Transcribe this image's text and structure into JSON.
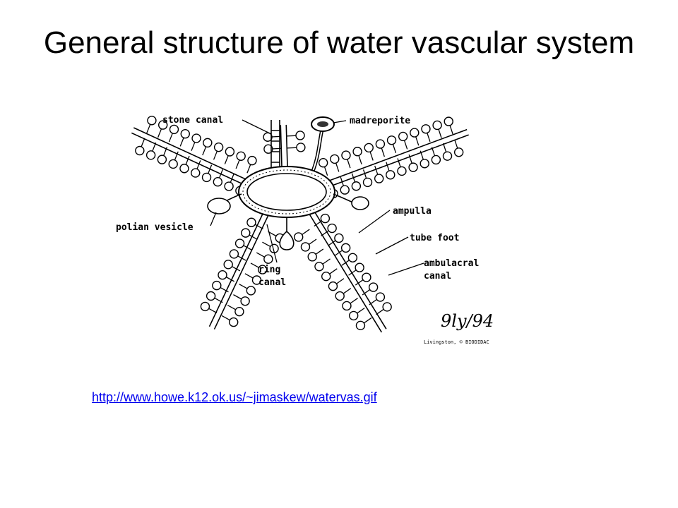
{
  "slide": {
    "title": "General structure of water vascular system"
  },
  "diagram": {
    "labels": {
      "stone_canal": "stone canal",
      "madreporite": "madreporite",
      "polian_vesicle": "polian vesicle",
      "ampulla": "ampulla",
      "tube_foot": "tube foot",
      "ambulacral_line1": "ambulacral",
      "ambulacral_line2": "canal",
      "ring_line1": "ring",
      "ring_line2": "canal"
    },
    "signature": "9ly/94",
    "credit": "Livingston, © BIODIDAC"
  },
  "source": {
    "url": "http://www.howe.k12.ok.us/~jimaskew/watervas.gif"
  }
}
